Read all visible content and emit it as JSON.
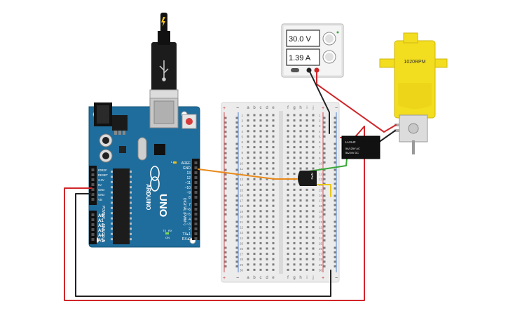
{
  "canvas": {
    "background": "#ffffff"
  },
  "power_supply": {
    "voltage_display": "30.0 V",
    "current_display": "1.39 A"
  },
  "motor": {
    "label": "1020RPM",
    "color": "#f2dd1f"
  },
  "relay": {
    "part_label": "LU-5-R",
    "line1": "5A/125V AC",
    "line2": "5A/24V DC"
  },
  "transistor": {
    "label": "NPN"
  },
  "arduino": {
    "brand": "ARDUINO",
    "model": "UNO",
    "on_label": "ON",
    "tx": "TX",
    "rx": "RX",
    "l_label": "L",
    "digital_label": "DIGITAL (PWM~)",
    "power_label": "POWER",
    "analog_label": "ANALOG IN",
    "top_header_labels": [
      "AREF",
      "GND",
      "13",
      "12",
      "~11",
      "~10",
      "~9",
      "8"
    ],
    "bottom_header_labels": [
      "7",
      "~6",
      "~5",
      "4",
      "~3",
      "2",
      "TX▸1",
      "RX◂0"
    ],
    "power_pins": [
      "IOREF",
      "RESET",
      "3.3V",
      "5V",
      "GND",
      "GND",
      "Vin"
    ],
    "analog_pins": [
      "A0",
      "A1",
      "A2",
      "A3",
      "A4",
      "A5"
    ]
  },
  "breadboard": {
    "cols_left": [
      "a",
      "b",
      "c",
      "d",
      "e"
    ],
    "cols_right": [
      "f",
      "g",
      "h",
      "i",
      "j"
    ],
    "rows": [
      "1",
      "2",
      "3",
      "4",
      "5",
      "6",
      "7",
      "8",
      "9",
      "10",
      "11",
      "12",
      "13",
      "14",
      "15",
      "16",
      "17",
      "18",
      "19",
      "20",
      "21",
      "22",
      "23",
      "24",
      "25",
      "26",
      "27",
      "28",
      "29",
      "30"
    ],
    "plus": "+",
    "minus": "−"
  },
  "wire_colors": {
    "red": "#d1262a",
    "black": "#222222",
    "orange": "#e88a1a",
    "green": "#38a838",
    "yellow": "#e8c81a"
  }
}
